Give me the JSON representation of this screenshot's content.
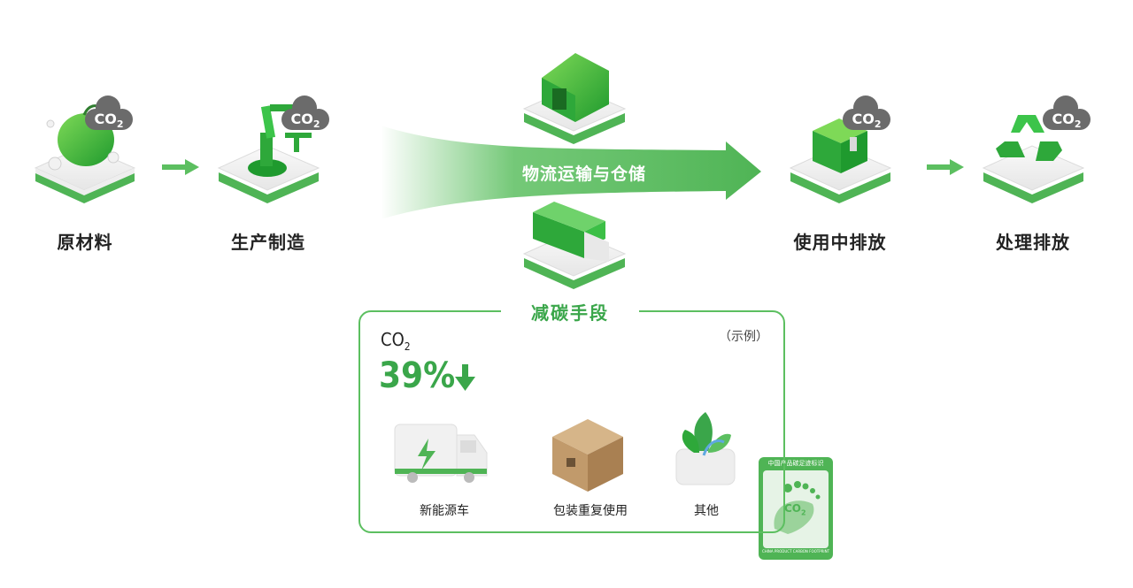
{
  "cloud_label": "CO",
  "cloud_sub": "2",
  "stages": [
    {
      "label": "原材料",
      "icon": "apple-icon"
    },
    {
      "label": "生产制造",
      "icon": "robot-arm-icon"
    },
    {
      "label": "使用中排放",
      "icon": "package-icon"
    },
    {
      "label": "处理排放",
      "icon": "recycle-icon"
    }
  ],
  "logistics": {
    "label": "物流运输与仓储"
  },
  "reduction": {
    "title": "减碳手段",
    "co2_label": "CO",
    "co2_sub": "2",
    "percent": "39%",
    "example_note": "（示例）",
    "items": [
      {
        "label": "新能源车"
      },
      {
        "label": "包装重复使用"
      },
      {
        "label": "其他"
      }
    ]
  },
  "badge": {
    "title": "中国产品碳足迹标识",
    "footer": "CHINA PRODUCT CARBON FOOTPRINT",
    "co2": "CO",
    "co2_sub": "2"
  },
  "colors": {
    "accent": "#3aa64a",
    "light_green": "#5cbf60",
    "cloud": "#6b6b6b"
  }
}
